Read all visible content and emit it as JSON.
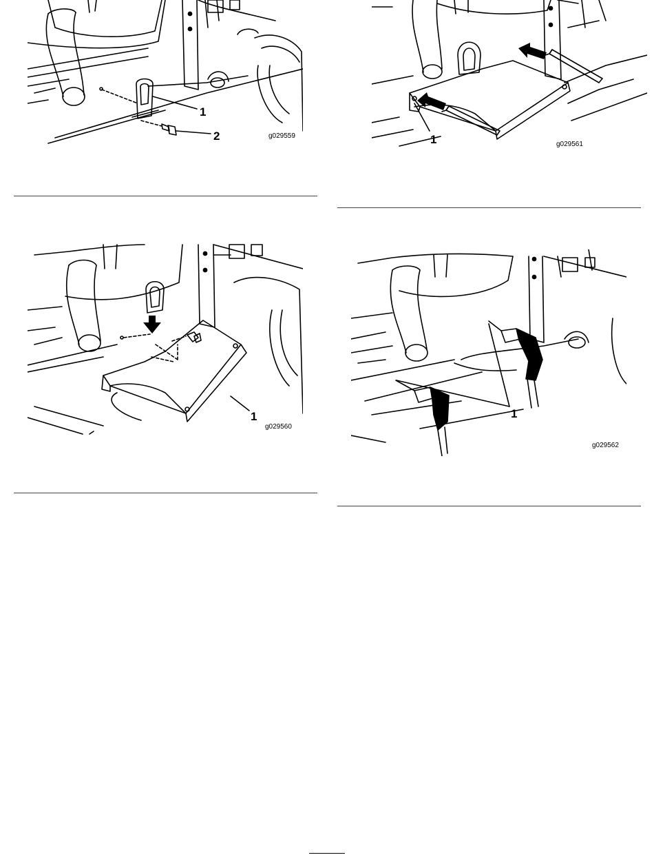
{
  "figures": [
    {
      "code": "g029559",
      "callouts": [
        "1",
        "2"
      ]
    },
    {
      "code": "g029561",
      "callouts": [
        "1"
      ]
    },
    {
      "code": "g029560",
      "callouts": [
        "1"
      ]
    },
    {
      "code": "g029562",
      "callouts": [
        "1"
      ]
    }
  ]
}
